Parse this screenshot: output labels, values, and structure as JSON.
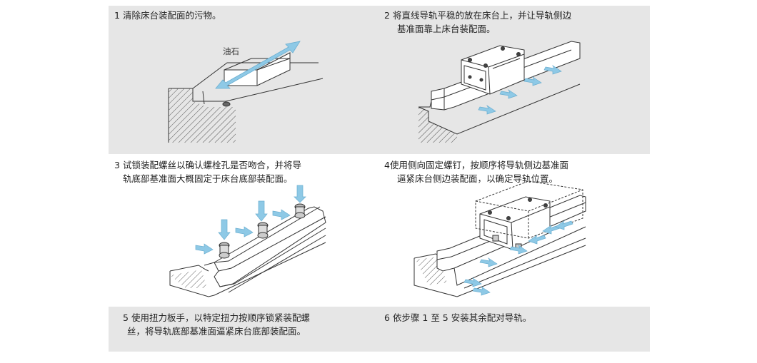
{
  "steps": [
    {
      "num": "1",
      "line1": "清除床台装配面的污物。",
      "line2": ""
    },
    {
      "num": "2",
      "line1": "将直线导轨平稳的放在床台上，并让导轨侧边",
      "line2": "基准面靠上床台装配面。"
    },
    {
      "num": "3",
      "line1": "试锁装配螺丝以确认螺栓孔是否吻合，并将导",
      "line2": "轨底部基准面大概固定于床台底部装配面。"
    },
    {
      "num": "4",
      "line1": "使用侧向固定螺钉，按顺序将导轨侧边基准面",
      "line2": "逼紧床台侧边装配面，以确定导轨位置。"
    },
    {
      "num": "5",
      "line1": "使用扭力板手，以特定扭力按顺序锁紧装配螺",
      "line2": "丝，将导轨底部基准面逼紧床台底部装配面。"
    },
    {
      "num": "6",
      "line1": "依步骤 1 至 5 安装其余配对导轨。",
      "line2": ""
    }
  ],
  "labels": {
    "oilstone": "油石"
  },
  "colors": {
    "panel_bg": "#e6e6e6",
    "arrow": "#8ec9e6",
    "arrow_stroke": "#6aaed0",
    "line": "#333333"
  }
}
